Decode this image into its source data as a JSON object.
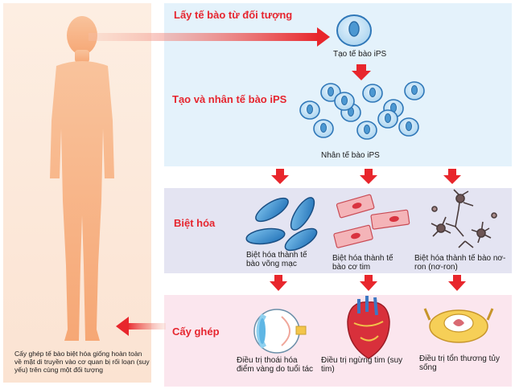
{
  "steps": {
    "obtain_title": "Lấy tế bào từ đối tượng",
    "create_ips_caption": "Tạo tế bào iPS",
    "multiply_title": "Tạo và nhân tế bào iPS",
    "multiply_caption": "Nhân tế bào iPS",
    "differentiation_title": "Biệt hóa",
    "transplant_title": "Cấy ghép"
  },
  "differentiation": [
    {
      "label": "Biệt hóa thành tế bào võng mạc"
    },
    {
      "label": "Biệt hóa thành tế bào cơ tim"
    },
    {
      "label": "Biệt hóa thành tế bào nơ-ron (nơ-ron)"
    }
  ],
  "treatments": [
    {
      "label": "Điều trị thoái hóa điểm vàng do tuổi tác"
    },
    {
      "label": "Điều trị ngừng tim (suy tim)"
    },
    {
      "label": "Điều trị tổn thương tủy sống"
    }
  ],
  "body_caption": "Cấy ghép tế bào biệt hóa giống hoàn toàn về mặt di truyền vào cơ quan bị rối loạn (suy yếu) trên cùng một đối tượng",
  "colors": {
    "title_red": "#e6262f",
    "arrow_red": "#e8262c",
    "ips_blue": "#3c86c4",
    "cardio_pink": "#f4b4b8",
    "skin": "#f8b88a"
  }
}
